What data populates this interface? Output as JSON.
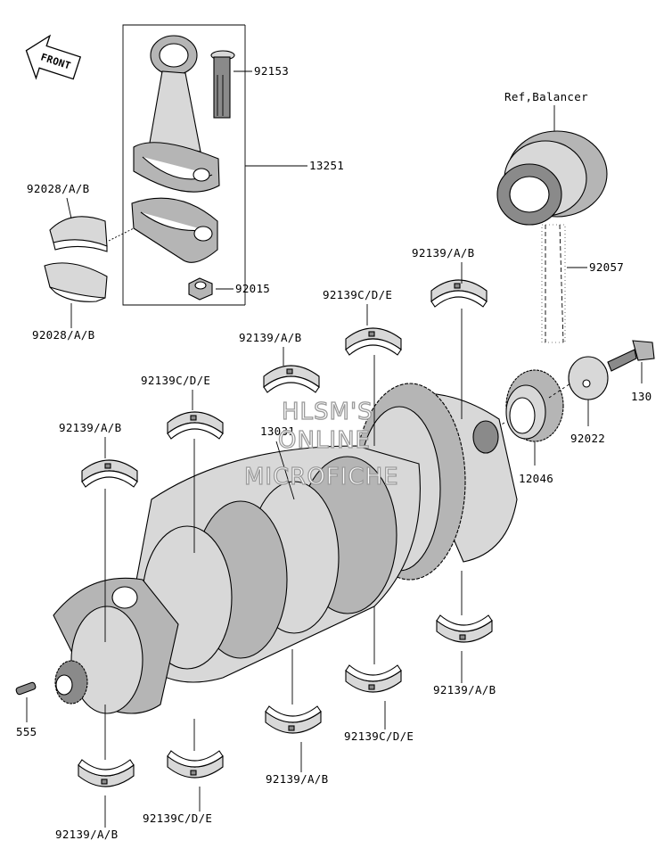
{
  "front_arrow": {
    "label": "FRONT"
  },
  "watermark": {
    "line1": "HLSM'S",
    "line2": "ONLINE",
    "line3": "MICROFICHE"
  },
  "callouts": {
    "rod_bolt": "92153",
    "conrod_assy": "13251",
    "conrod_bearing_upper": "92028/A/B",
    "conrod_bearing_lower": "92028/A/B",
    "rod_nut": "92015",
    "ref_balancer": "Ref,Balancer",
    "balancer_chain": "92057",
    "bolt": "130",
    "washer": "92022",
    "gear": "12046",
    "bearing_top_right": "92139/A/B",
    "bearing_top_cde": "92139C/D/E",
    "bearing_top_mid": "92139/A/B",
    "bearing_left_cde": "92139C/D/E",
    "crankshaft": "13031",
    "bearing_left_ab": "92139/A/B",
    "pin": "555",
    "bearing_bot_right": "92139/A/B",
    "bearing_bot_cde": "92139C/D/E",
    "bearing_bot_mid": "92139/A/B",
    "bearing_bot_left_ab": "92139/A/B",
    "bearing_bot_left_cde": "92139C/D/E"
  }
}
